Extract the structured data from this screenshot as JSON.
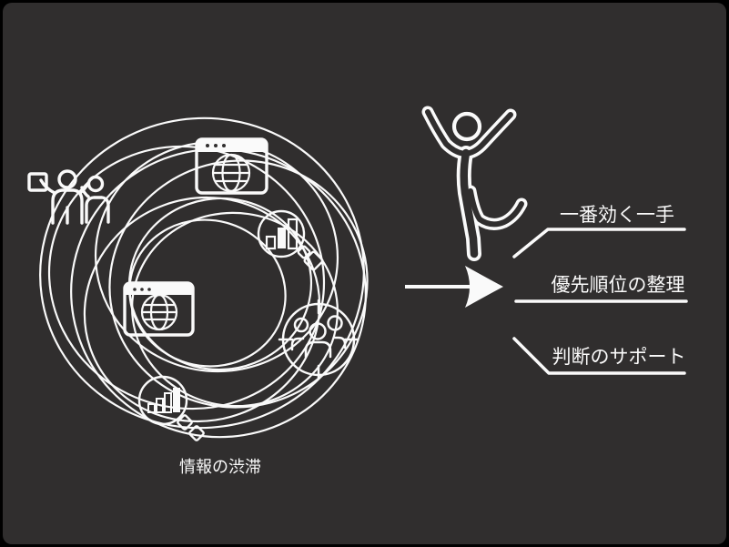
{
  "colors": {
    "canvas_background": "#302e2e",
    "frame": "#000000",
    "ink": "#fafafa"
  },
  "left_cluster": {
    "caption": "情報の渋滞",
    "icons": [
      "people-cheering-icon",
      "browser-window-icon-top",
      "bar-chart-bubble-icon-top",
      "gem-icon",
      "browser-window-icon-middle",
      "team-target-icon",
      "bar-chart-bubble-icon-bottom",
      "gems-icon-bottom"
    ]
  },
  "right_panel": {
    "figure": "jumping-person-icon",
    "arrow": "arrow-right-icon",
    "items": [
      {
        "label": "一番効く一手"
      },
      {
        "label": "優先順位の整理"
      },
      {
        "label": "判断のサポート"
      }
    ]
  }
}
